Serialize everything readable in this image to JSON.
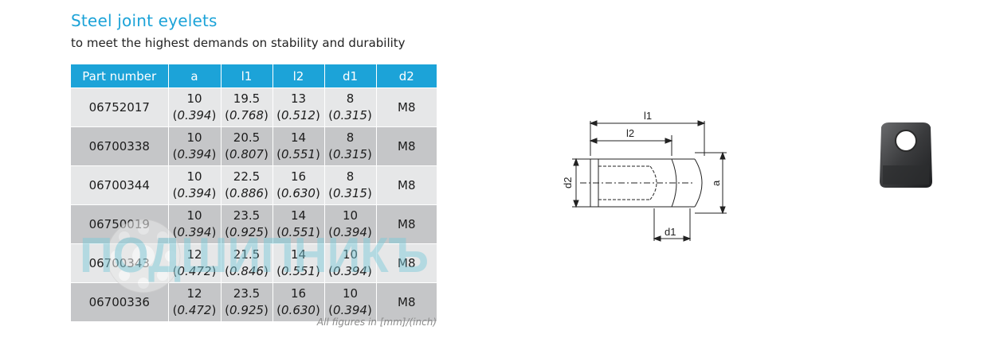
{
  "header": {
    "title": "Steel joint eyelets",
    "subtitle": "to meet the highest demands on stability and durability"
  },
  "table": {
    "columns": [
      "Part number",
      "a",
      "l1",
      "l2",
      "d1",
      "d2"
    ],
    "rows": [
      {
        "part": "06752017",
        "a": "10",
        "a_in": "0.394",
        "l1": "19.5",
        "l1_in": "0.768",
        "l2": "13",
        "l2_in": "0.512",
        "d1": "8",
        "d1_in": "0.315",
        "d2": "M8"
      },
      {
        "part": "06700338",
        "a": "10",
        "a_in": "0.394",
        "l1": "20.5",
        "l1_in": "0.807",
        "l2": "14",
        "l2_in": "0.551",
        "d1": "8",
        "d1_in": "0.315",
        "d2": "M8"
      },
      {
        "part": "06700344",
        "a": "10",
        "a_in": "0.394",
        "l1": "22.5",
        "l1_in": "0.886",
        "l2": "16",
        "l2_in": "0.630",
        "d1": "8",
        "d1_in": "0.315",
        "d2": "M8"
      },
      {
        "part": "06750019",
        "a": "10",
        "a_in": "0.394",
        "l1": "23.5",
        "l1_in": "0.925",
        "l2": "14",
        "l2_in": "0.551",
        "d1": "10",
        "d1_in": "0.394",
        "d2": "M8"
      },
      {
        "part": "06700343",
        "a": "12",
        "a_in": "0.472",
        "l1": "21.5",
        "l1_in": "0.846",
        "l2": "14",
        "l2_in": "0.551",
        "d1": "10",
        "d1_in": "0.394",
        "d2": "M8"
      },
      {
        "part": "06700336",
        "a": "12",
        "a_in": "0.472",
        "l1": "23.5",
        "l1_in": "0.925",
        "l2": "16",
        "l2_in": "0.630",
        "d1": "10",
        "d1_in": "0.394",
        "d2": "M8"
      }
    ],
    "footnote": "All figures in [mm]/(inch)"
  },
  "watermark": {
    "text": "ПОДШИПНИКЪ"
  },
  "diagram": {
    "labels": {
      "l1": "l1",
      "l2": "l2",
      "d2": "d2",
      "a": "a",
      "d1": "d1"
    }
  },
  "colors": {
    "accent": "#1ca3d8",
    "row_light": "#e6e7e8",
    "row_dark": "#c5c6c8"
  }
}
